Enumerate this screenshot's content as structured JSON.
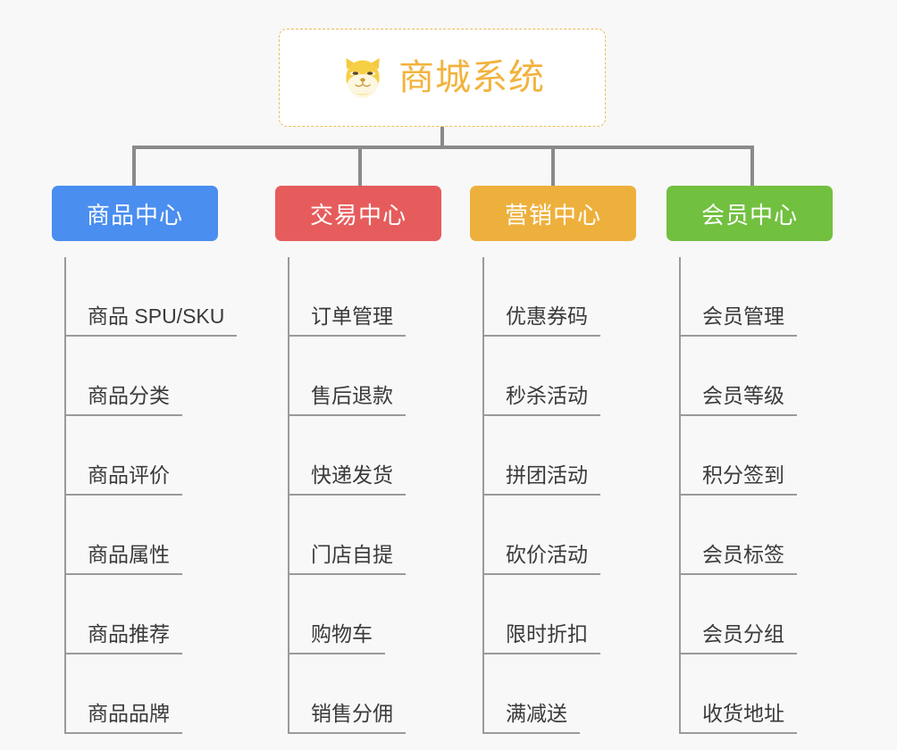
{
  "diagram": {
    "title": "商城系统",
    "type": "organization-chart",
    "root": {
      "label": "商城系统",
      "icon": "shiba-dog-icon",
      "border_color": "#f0b95a",
      "text_color": "#f2b33d",
      "background": "#ffffff"
    },
    "background_color": "#f8f8f8",
    "connector_color": "#8a8a8a",
    "leaf_line_color": "#9a9a9a",
    "leaf_text_color": "#3a3a3a",
    "columns": [
      {
        "header": "商品中心",
        "color": "#4a8ef0",
        "items": [
          "商品 SPU/SKU",
          "商品分类",
          "商品评价",
          "商品属性",
          "商品推荐",
          "商品品牌"
        ]
      },
      {
        "header": "交易中心",
        "color": "#e65c5c",
        "items": [
          "订单管理",
          "售后退款",
          "快递发货",
          "门店自提",
          "购物车",
          "销售分佣"
        ]
      },
      {
        "header": "营销中心",
        "color": "#eeb03c",
        "items": [
          "优惠券码",
          "秒杀活动",
          "拼团活动",
          "砍价活动",
          "限时折扣",
          "满减送"
        ]
      },
      {
        "header": "会员中心",
        "color": "#72c040",
        "items": [
          "会员管理",
          "会员等级",
          "积分签到",
          "会员标签",
          "会员分组",
          "收货地址"
        ]
      }
    ]
  }
}
